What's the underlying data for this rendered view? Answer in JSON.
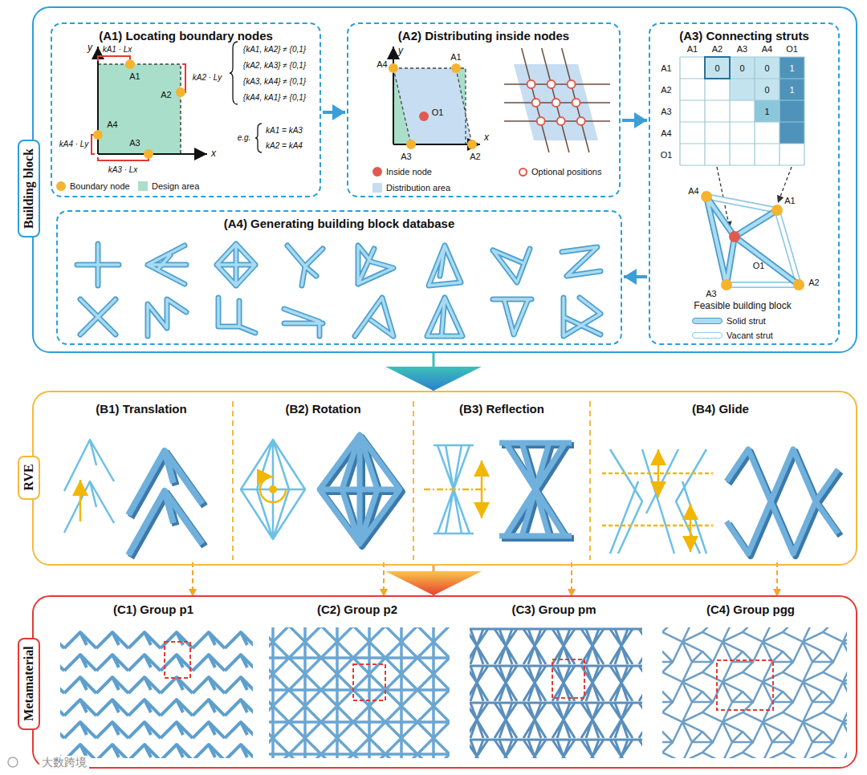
{
  "diagram": {
    "nodes": [
      {
        "text": [
          "Building block"
        ]
      },
      {
        "text": [
          "(A1) Locating boundary nodes"
        ],
        "in": 0
      },
      {
        "text": [
          "(A2) Distributing inside nodes"
        ],
        "in": 0
      },
      {
        "text": [
          "(A3) Connecting struts"
        ],
        "in": 0
      },
      {
        "text": [
          "(A4) Generating building block database"
        ],
        "in": 0
      },
      {
        "text": [
          "RVE"
        ]
      },
      {
        "text": [
          "(B1) Translation"
        ],
        "in": 5
      },
      {
        "text": [
          "(B2) Rotation"
        ],
        "in": 5
      },
      {
        "text": [
          "(B3) Reflection"
        ],
        "in": 5
      },
      {
        "text": [
          "(B4) Glide"
        ],
        "in": 5
      },
      {
        "text": [
          "Metamaterial"
        ]
      },
      {
        "text": [
          "(C1) Group p1"
        ],
        "in": 10
      },
      {
        "text": [
          "(C2) Group p2"
        ],
        "in": 10
      },
      {
        "text": [
          "(C3) Group pm"
        ],
        "in": 10
      },
      {
        "text": [
          "(C4) Group pgg"
        ],
        "in": 10
      }
    ],
    "edges": [
      {
        "from": 1,
        "to": 2,
        "arrow": "to"
      },
      {
        "from": 2,
        "to": 3,
        "arrow": "to"
      },
      {
        "from": 3,
        "to": 4,
        "arrow": "to"
      },
      {
        "from": 0,
        "to": 5,
        "arrow": "to"
      },
      {
        "from": 5,
        "to": 10,
        "arrow": "to"
      },
      {
        "from": 6,
        "to": 11,
        "arrow": "to"
      },
      {
        "from": 7,
        "to": 12,
        "arrow": "to"
      },
      {
        "from": 8,
        "to": 13,
        "arrow": "to"
      },
      {
        "from": 9,
        "to": 14,
        "arrow": "to"
      }
    ],
    "labels": [
      "y",
      "x",
      "kA1 · Lx",
      "kA2 · Ly",
      "A1",
      "A2",
      "A4",
      "kA4 · Ly",
      "A3",
      "kA3 · Lx",
      "{kA1, kA2} ≠ {0,1}",
      "{kA2, kA3} ≠ {0,1}",
      "{kA3, kA4} ≠ {0,1}",
      "{kA4, kA1} ≠ {0,1}",
      "e.g.",
      "kA1 = kA3",
      "kA2 = kA4",
      "A4",
      "y",
      "A1",
      "x",
      "O1",
      "A3",
      "A2",
      "A1",
      "A2",
      "A3",
      "A4",
      "O1",
      "A1",
      "A2",
      "A3",
      "A4",
      "O1",
      "0",
      "0",
      "0",
      "1",
      "0",
      "1",
      "1",
      "A4",
      "A1",
      "O1",
      "A2",
      "A3",
      "Feasible building block",
      "大数跨境"
    ],
    "legend": [
      {
        "text": "Boundary node",
        "color": "#f5b42f"
      },
      {
        "text": "Design area",
        "color": "#a9dfca"
      },
      {
        "text": "Inside node",
        "color": "#e05a4f"
      },
      {
        "text": "Distribution area",
        "color": "#c6ddf2"
      },
      {
        "text": "Optional positions"
      },
      {
        "text": "Solid strut"
      },
      {
        "text": "Vacant strut"
      }
    ]
  }
}
